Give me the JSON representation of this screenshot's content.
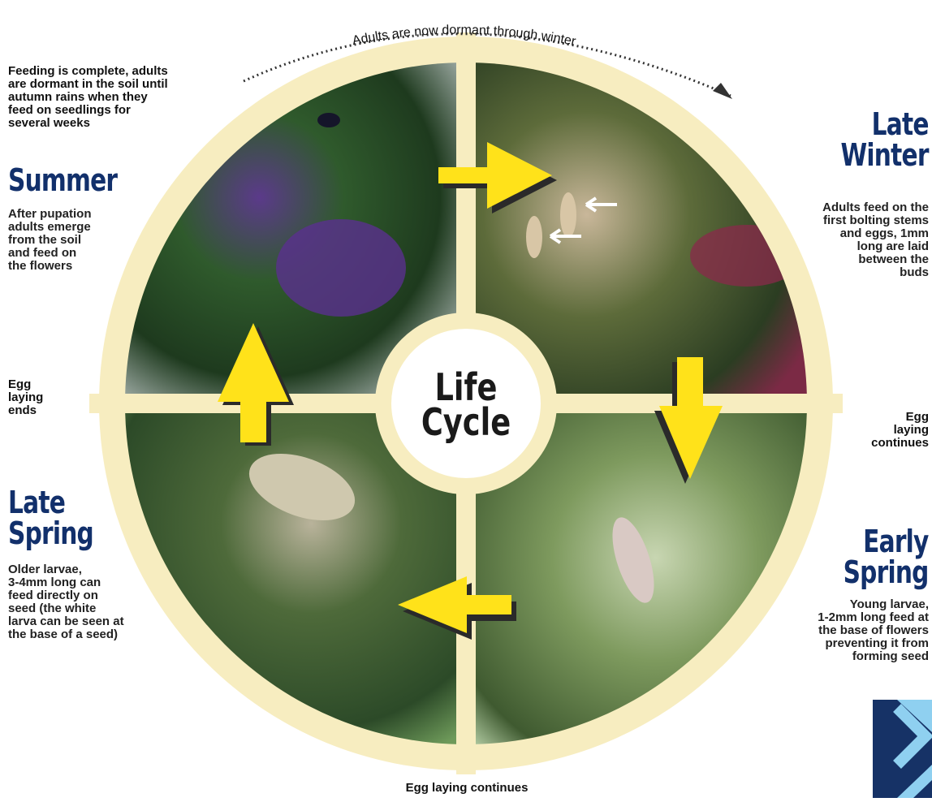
{
  "center": {
    "line1": "Life",
    "line2": "Cycle"
  },
  "top_caption": "Adults are now dormant through winter",
  "summer": {
    "heading": "Summer",
    "intro": [
      "Feeding is complete, adults",
      "are dormant in the soil until",
      "autumn rains when they",
      "feed on seedlings for",
      "several weeks"
    ],
    "desc": [
      "After pupation",
      "adults emerge",
      "from the soil",
      "and feed on",
      "the flowers"
    ]
  },
  "late_winter": {
    "heading": [
      "Late",
      "Winter"
    ],
    "desc": [
      "Adults feed on the",
      "first bolting stems",
      "and eggs, 1mm",
      "long are laid",
      "between the",
      "buds"
    ]
  },
  "late_spring": {
    "heading": [
      "Late",
      "Spring"
    ],
    "desc": [
      "Older larvae,",
      "3-4mm long can",
      "feed directly on",
      "seed (the white",
      "larva can be seen at",
      "the base of a seed)"
    ]
  },
  "early_spring": {
    "heading": [
      "Early",
      "Spring"
    ],
    "desc": [
      "Young larvae,",
      "1-2mm long feed at",
      "the base of flowers",
      "preventing it from",
      "forming seed"
    ]
  },
  "egg_laying_ends": [
    "Egg",
    "laying",
    "ends"
  ],
  "egg_laying_continues_right": [
    "Egg",
    "laying",
    "continues"
  ],
  "egg_laying_continues_bottom": "Egg laying continues",
  "colors": {
    "heading": "#12306b",
    "ring": "#f7edc0",
    "arrow": "#ffe21a",
    "arrow_shadow": "#2a2a2a",
    "logo": "#163266"
  }
}
